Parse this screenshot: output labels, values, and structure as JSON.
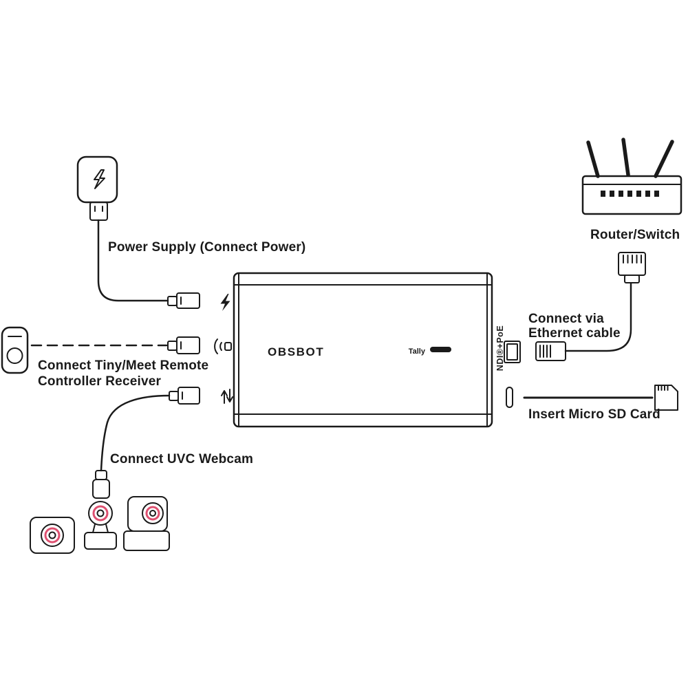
{
  "colors": {
    "ink": "#1a1a1a",
    "accent": "#de5070"
  },
  "device": {
    "brand": "OBSBOT",
    "tally_label": "Tally",
    "port_label": "NDI®+PoE"
  },
  "annotations": {
    "power": "Power Supply (Connect Power)",
    "remote_line1": "Connect Tiny/Meet Remote",
    "remote_line2": "Controller Receiver",
    "uvc": "Connect  UVC Webcam",
    "router": "Router/Switch",
    "ethernet_line1": "Connect via",
    "ethernet_line2": "Ethernet cable",
    "sd": "Insert Micro SD Card"
  }
}
